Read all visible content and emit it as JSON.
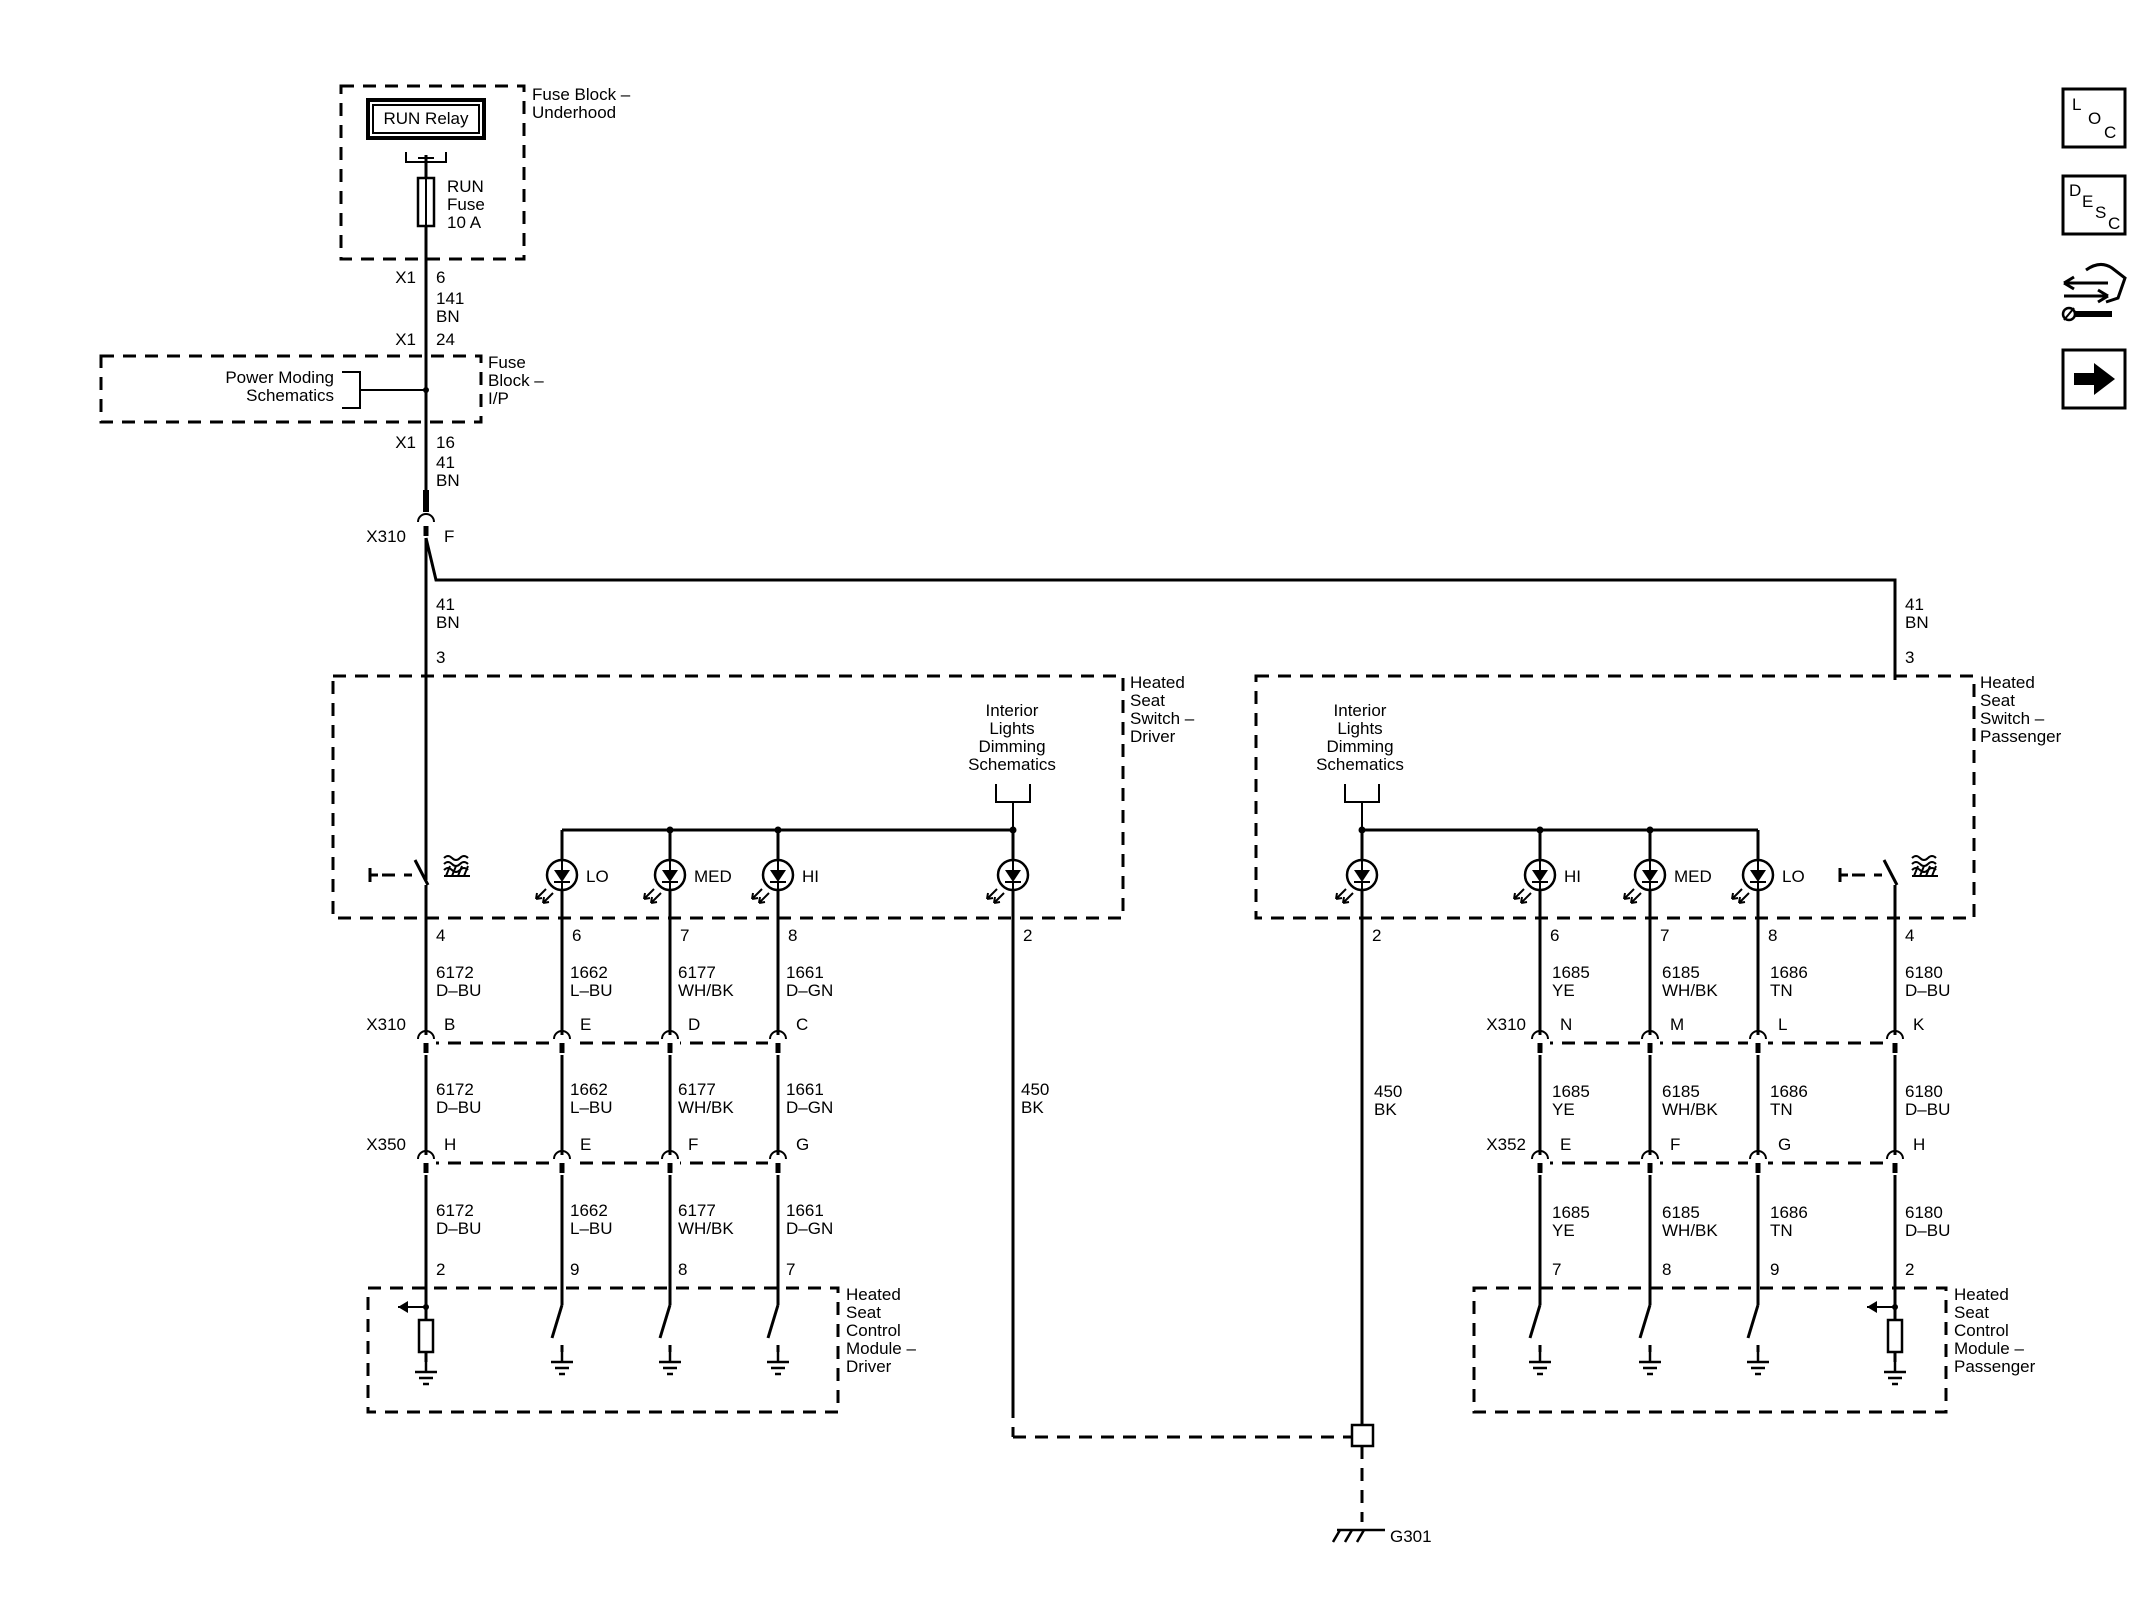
{
  "fuse_block_underhood": {
    "label_line1": "Fuse Block –",
    "label_line2": "Underhood",
    "relay_label": "RUN Relay",
    "fuse_line1": "RUN",
    "fuse_line2": "Fuse",
    "fuse_line3": "10 A",
    "conn_x1": "X1",
    "pin_6": "6",
    "wire_num": "141",
    "wire_color": "BN"
  },
  "fuse_block_ip": {
    "label_line1": "Fuse",
    "label_line2": "Block –",
    "label_line3": "I/P",
    "power_moding_line1": "Power Moding",
    "power_moding_line2": "Schematics",
    "conn_x1_top": "X1",
    "pin_24": "24",
    "conn_x1_bottom": "X1",
    "pin_16": "16",
    "wire_num": "41",
    "wire_color": "BN"
  },
  "x310_top": {
    "label": "X310",
    "pin": "F"
  },
  "feed_driver": {
    "wire_num": "41",
    "wire_color": "BN",
    "pin": "3"
  },
  "feed_passenger": {
    "wire_num": "41",
    "wire_color": "BN",
    "pin": "3"
  },
  "driver_switch": {
    "label_line1": "Heated",
    "label_line2": "Seat",
    "label_line3": "Switch –",
    "label_line4": "Driver",
    "dimming_line1": "Interior",
    "dimming_line2": "Lights",
    "dimming_line3": "Dimming",
    "dimming_line4": "Schematics",
    "led_lo": "LO",
    "led_med": "MED",
    "led_hi": "HI",
    "pins": [
      "4",
      "6",
      "7",
      "8",
      "2"
    ]
  },
  "passenger_switch": {
    "label_line1": "Heated",
    "label_line2": "Seat",
    "label_line3": "Switch –",
    "label_line4": "Passenger",
    "dimming_line1": "Interior",
    "dimming_line2": "Lights",
    "dimming_line3": "Dimming",
    "dimming_line4": "Schematics",
    "led_hi": "HI",
    "led_med": "MED",
    "led_lo": "LO",
    "pins": [
      "2",
      "6",
      "7",
      "8",
      "4"
    ]
  },
  "driver_wires": [
    {
      "num": "6172",
      "color": "D–BU"
    },
    {
      "num": "1662",
      "color": "L–BU"
    },
    {
      "num": "6177",
      "color": "WH/BK"
    },
    {
      "num": "1661",
      "color": "D–GN"
    }
  ],
  "passenger_wires": [
    {
      "num": "1685",
      "color": "YE"
    },
    {
      "num": "6185",
      "color": "WH/BK"
    },
    {
      "num": "1686",
      "color": "TN"
    },
    {
      "num": "6180",
      "color": "D–BU"
    }
  ],
  "ground_wire_driver": {
    "num": "450",
    "color": "BK"
  },
  "ground_wire_passenger": {
    "num": "450",
    "color": "BK"
  },
  "x310_driver": {
    "label": "X310",
    "pins": [
      "B",
      "E",
      "D",
      "C"
    ]
  },
  "x350_driver": {
    "label": "X350",
    "pins": [
      "H",
      "E",
      "F",
      "G"
    ]
  },
  "x310_passenger": {
    "label": "X310",
    "pins": [
      "N",
      "M",
      "L",
      "K"
    ]
  },
  "x352_passenger": {
    "label": "X352",
    "pins": [
      "E",
      "F",
      "G",
      "H"
    ]
  },
  "driver_module": {
    "label_line1": "Heated",
    "label_line2": "Seat",
    "label_line3": "Control",
    "label_line4": "Module –",
    "label_line5": "Driver",
    "pins": [
      "2",
      "9",
      "8",
      "7"
    ]
  },
  "passenger_module": {
    "label_line1": "Heated",
    "label_line2": "Seat",
    "label_line3": "Control",
    "label_line4": "Module –",
    "label_line5": "Passenger",
    "pins": [
      "7",
      "8",
      "9",
      "2"
    ]
  },
  "ground": {
    "label": "G301"
  },
  "nav_icons": {
    "loc": [
      "L",
      "O",
      "C"
    ],
    "desc": [
      "D",
      "E",
      "S",
      "C"
    ],
    "connector_icon": "connector-repair-icon",
    "next_icon": "next-arrow-icon"
  }
}
